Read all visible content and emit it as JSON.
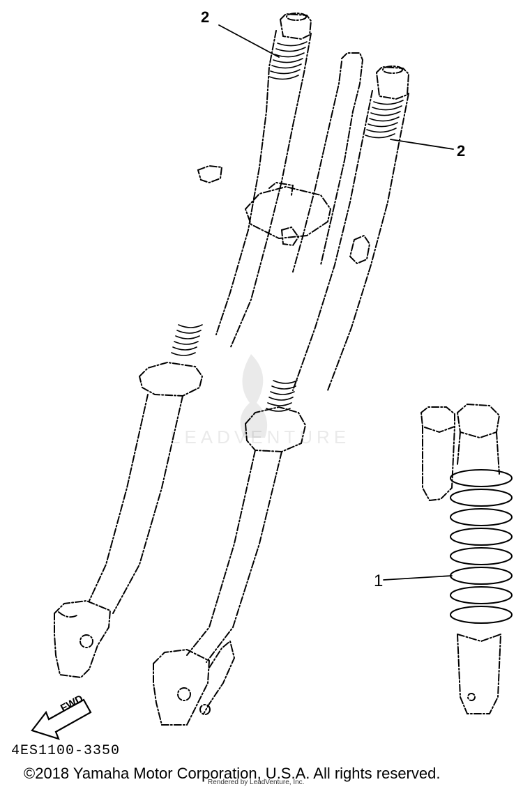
{
  "callouts": {
    "fork_tube_left": "2",
    "fork_tube_right": "2",
    "rear_shock": "1"
  },
  "fwd_label": "FWD",
  "part_code": "4ES1100-3350",
  "copyright": "©2018 Yamaha Motor Corporation, U.S.A. All rights reserved.",
  "render_credit": "Rendered by LeadVenture, Inc.",
  "watermark": "LEADVENTURE",
  "colors": {
    "line": "#000000",
    "background": "#ffffff"
  }
}
